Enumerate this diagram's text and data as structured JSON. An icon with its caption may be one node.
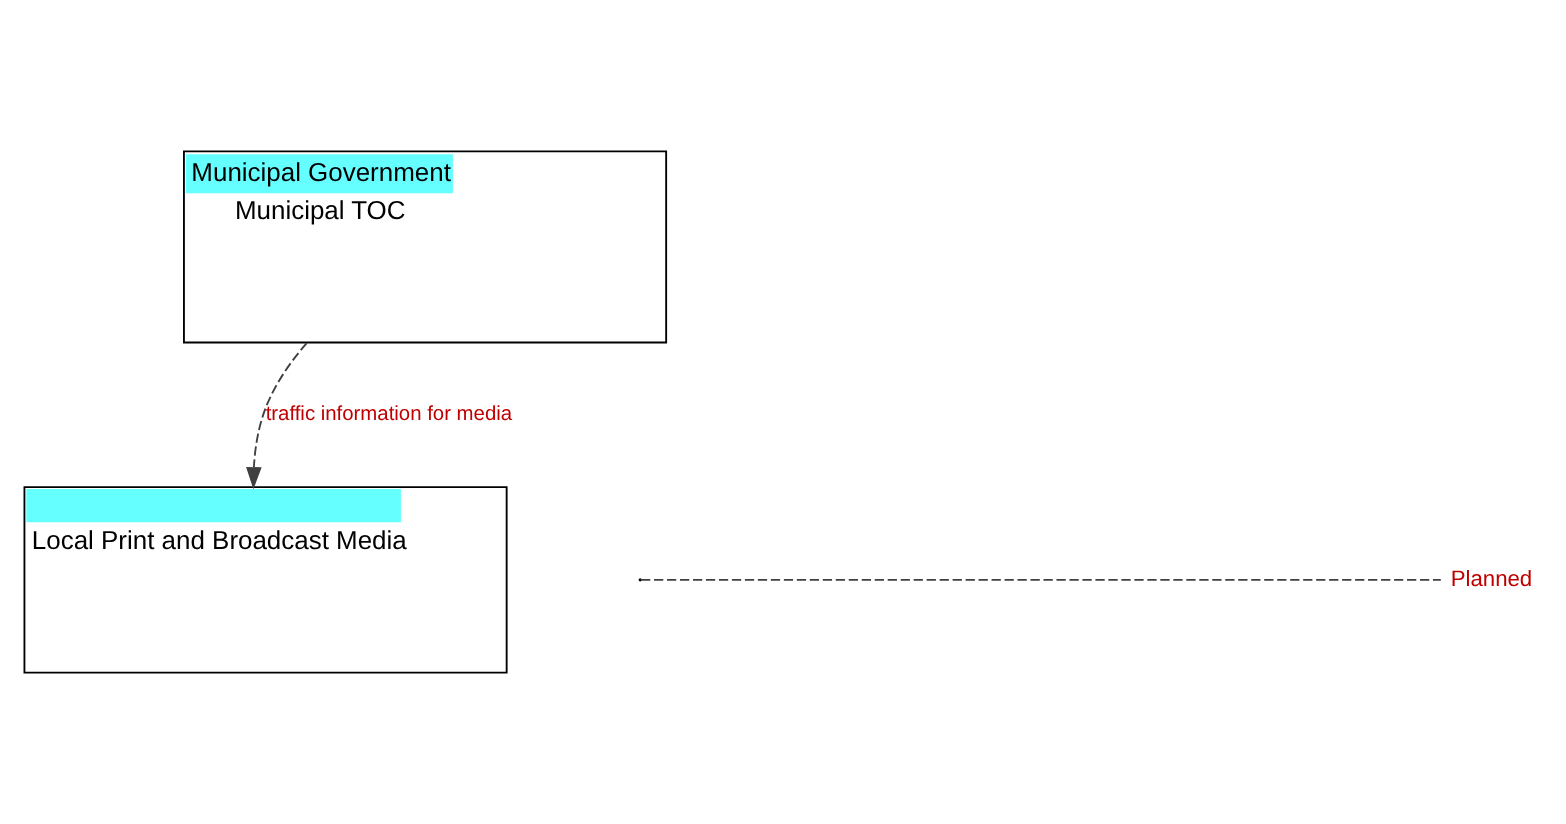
{
  "diagram": {
    "nodes": [
      {
        "text": [
          "Local Print and Broadcast Media"
        ]
      },
      {
        "text": [
          "Municipal Government",
          "Municipal TOC"
        ]
      }
    ],
    "edges": [
      {
        "from": 1,
        "to": 0,
        "arrow": "to",
        "style": "dashed",
        "label": "traffic information for media"
      }
    ],
    "legend": [
      {
        "text": "Planned"
      }
    ]
  }
}
